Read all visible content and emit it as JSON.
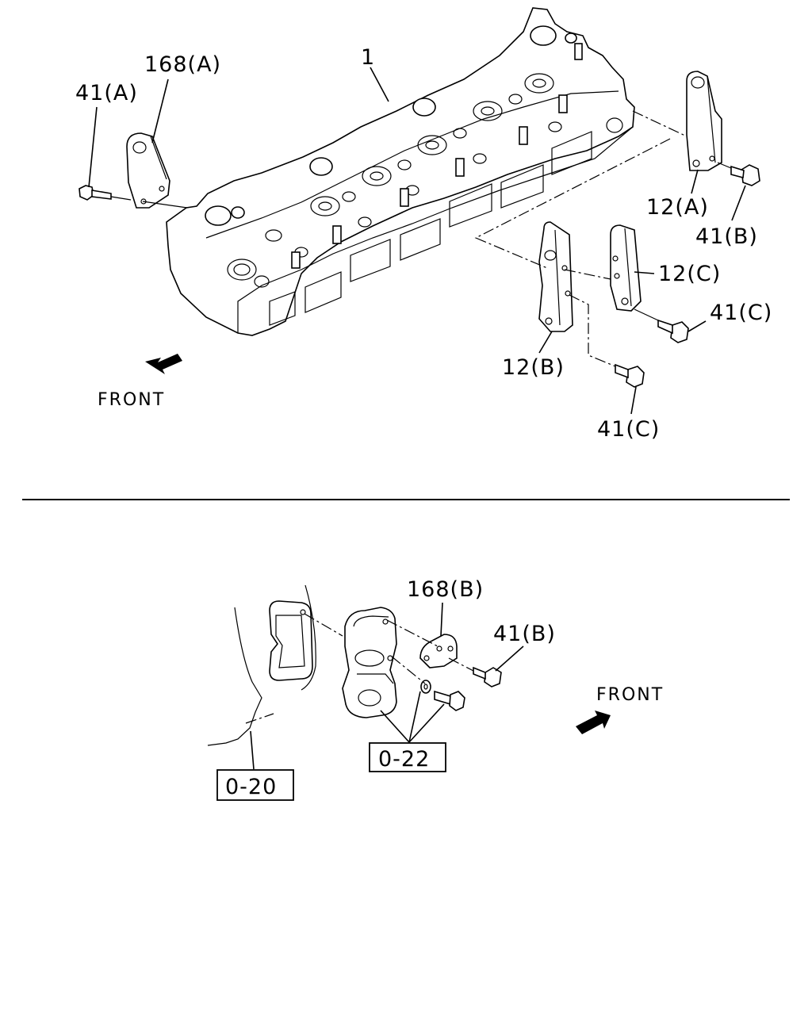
{
  "labels": {
    "part_1": "1",
    "part_168a": "168(A)",
    "part_41a": "41(A)",
    "part_12a": "12(A)",
    "part_41b_top": "41(B)",
    "part_12c": "12(C)",
    "part_41c_right": "41(C)",
    "part_12b": "12(B)",
    "part_41c_bottom": "41(C)",
    "front_top": "FRONT",
    "part_168b": "168(B)",
    "part_41b_bottom": "41(B)",
    "front_bottom": "FRONT",
    "ref_020": "0-20",
    "ref_022": "0-22"
  }
}
